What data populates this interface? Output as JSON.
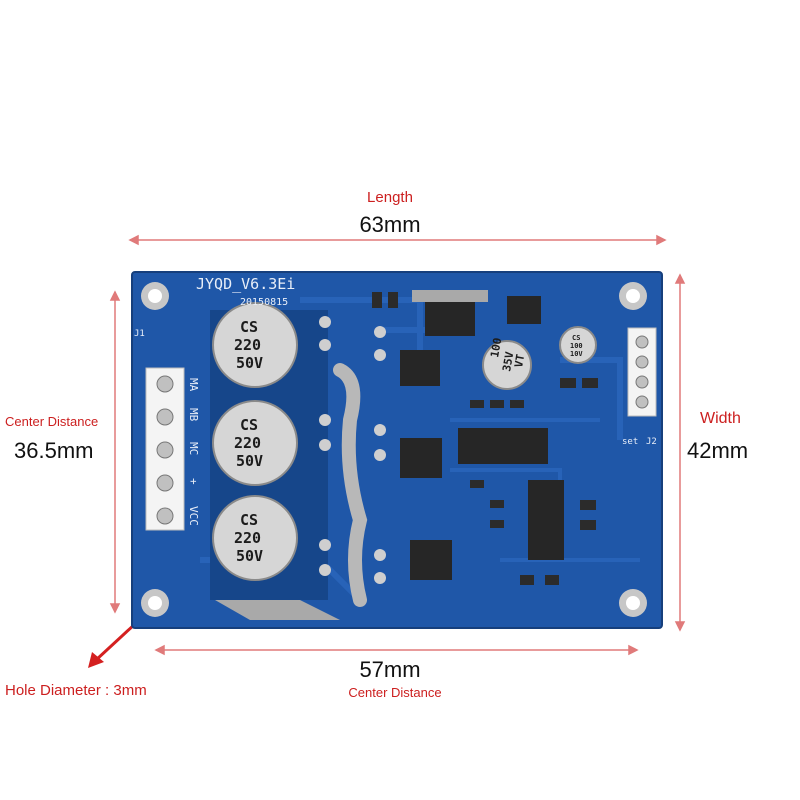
{
  "annotations": {
    "length_label": "Length",
    "length_value": "63mm",
    "center_distance_left_label": "Center Distance",
    "center_distance_left_value": "36.5mm",
    "width_label": "Width",
    "width_value": "42mm",
    "bottom_value": "57mm",
    "bottom_label": "Center Distance",
    "hole_label": "Hole Diameter : 3mm"
  },
  "board": {
    "model": "JYQD_V6.3Ei",
    "date": "20150815",
    "j1": "J1",
    "j2": "J2",
    "set_label": "set",
    "pins": [
      "MA",
      "MB",
      "MC",
      "+",
      "VCC"
    ],
    "big_caps": [
      {
        "brand": "CS",
        "value": "220",
        "voltage": "50V"
      },
      {
        "brand": "CS",
        "value": "220",
        "voltage": "50V"
      },
      {
        "brand": "CS",
        "value": "220",
        "voltage": "50V"
      }
    ],
    "mid_cap": {
      "value": "100",
      "voltage": "35V",
      "mark": "VT"
    },
    "small_cap": {
      "brand": "CS",
      "value": "100",
      "voltage": "10V"
    }
  },
  "colors": {
    "pcb": "#1f57a8",
    "annotation": "#cc1f1f",
    "dim_line": "#e07a7a"
  }
}
